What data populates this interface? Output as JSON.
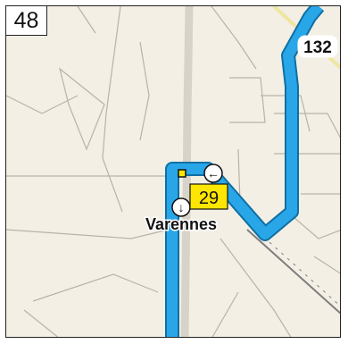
{
  "page_number": "48",
  "map": {
    "colors": {
      "land": "#f3efe5",
      "minor_road": "#b9b3a6",
      "major_road": "#d8d3c9",
      "route": "#29a6e8",
      "route_outline": "#0f6fa3",
      "railway": "#7d7d7d",
      "highway_badge": "#ffffff",
      "waypoint_fill": "#ffe600",
      "yellow_road": "#efe6a0"
    },
    "highway_shield": {
      "label": "132"
    },
    "waypoint": {
      "label": "29"
    },
    "town_label": "Varennes",
    "direction_markers": [
      {
        "name": "turn-left-arrow-icon",
        "glyph": "←"
      },
      {
        "name": "turn-down-arrow-icon",
        "glyph": "↓"
      }
    ]
  }
}
